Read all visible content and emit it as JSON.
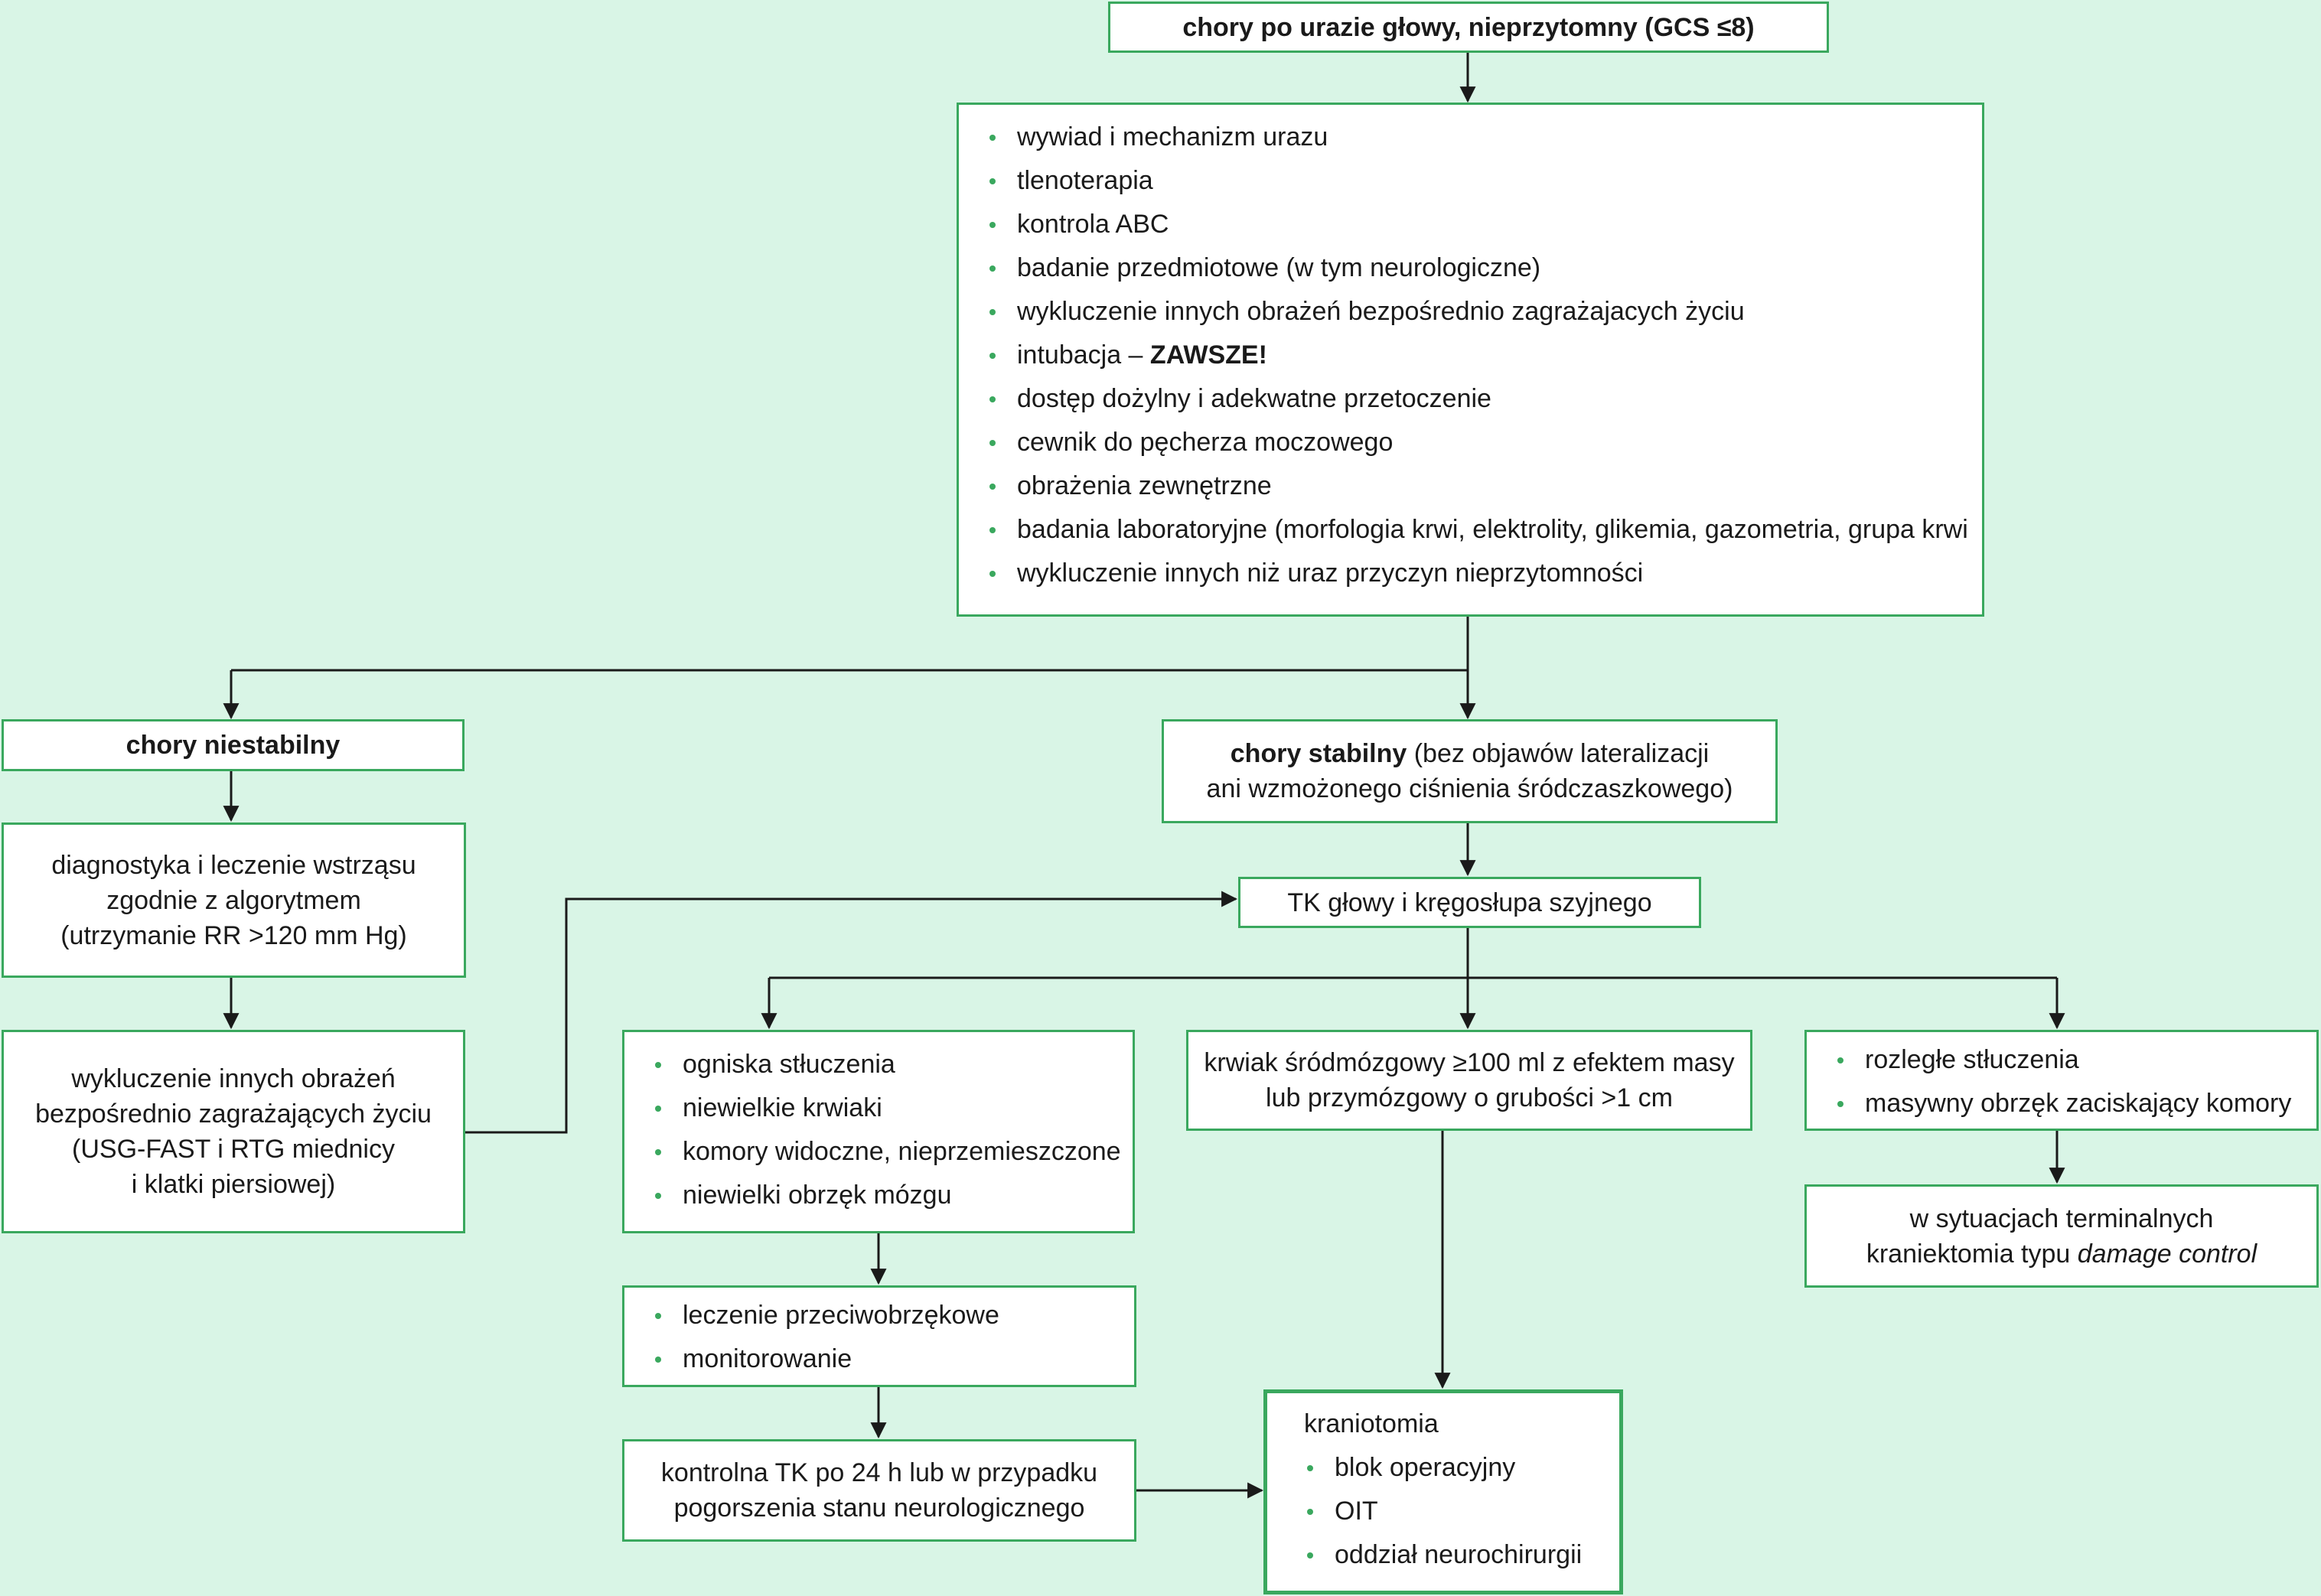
{
  "nodes": {
    "top": {
      "text": "chory po urazie głowy, nieprzytomny (GCS ≤8)"
    },
    "initial": {
      "items": [
        "wywiad i mechanizm urazu",
        "tlenoterapia",
        "kontrola ABC",
        "badanie przedmiotowe (w tym neurologiczne)",
        "wykluczenie innych obrażeń bezpośrednio zagrażajacych życiu",
        "intubacja –",
        "dostęp dożylny i adekwatne przetoczenie",
        "cewnik do pęcherza moczowego",
        "obrażenia zewnętrzne",
        "badania laboratoryjne (morfologia krwi, elektrolity, glikemia, gazometria, grupa krwi",
        "wykluczenie innych niż uraz przyczyn nieprzytomności"
      ],
      "intubation_emphasis": "ZAWSZE!"
    },
    "unstable": {
      "text": "chory niestabilny"
    },
    "stable": {
      "bold": "chory stabilny",
      "line1_rest": " (bez objawów lateralizacji",
      "line2": "ani wzmożonego ciśnienia śródczaszkowego)"
    },
    "shock": {
      "lines": [
        "diagnostyka i leczenie wstrząsu",
        "zgodnie z algorytmem",
        "(utrzymanie RR >120 mm Hg)"
      ]
    },
    "exclusion": {
      "lines": [
        "wykluczenie innych obrażeń",
        "bezpośrednio zagrażających życiu",
        "(USG-FAST i RTG miednicy",
        "i klatki piersiowej)"
      ]
    },
    "ct": {
      "text": "TK głowy i kręgosłupa szyjnego"
    },
    "minor": {
      "items": [
        "ogniska stłuczenia",
        "niewielkie krwiaki",
        "komory widoczne, nieprzemieszczone",
        "niewielki obrzęk mózgu"
      ]
    },
    "hematoma": {
      "lines": [
        "krwiak śródmózgowy ≥100 ml z efektem masy",
        "lub przymózgowy o grubości >1 cm"
      ]
    },
    "extensive": {
      "items": [
        "rozległe stłuczenia",
        "masywny obrzęk zaciskający komory"
      ]
    },
    "terminal": {
      "line1": "w sytuacjach terminalnych",
      "line2_prefix": "kraniektomia typu ",
      "line2_italic": "damage control"
    },
    "treatment": {
      "items": [
        "leczenie przeciwobrzękowe",
        "monitorowanie"
      ]
    },
    "control_ct": {
      "lines": [
        "kontrolna TK po 24 h lub w przypadku",
        "pogorszenia stanu neurologicznego"
      ]
    },
    "craniotomy": {
      "title": "kraniotomia",
      "items": [
        "blok operacyjny",
        "OIT",
        "oddział neurochirurgii"
      ]
    }
  },
  "colors": {
    "background": "#d9f5e6",
    "border": "#3aa85e",
    "bullet": "#3aa85e",
    "line": "#1a1a1a"
  }
}
